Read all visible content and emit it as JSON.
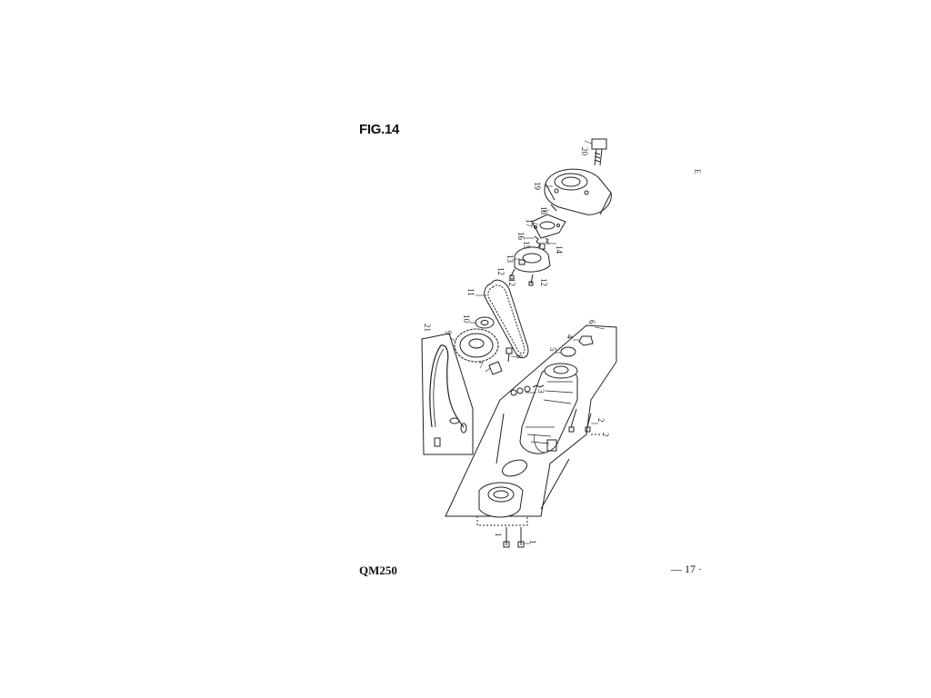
{
  "figure": {
    "title": "FIG.14"
  },
  "footer": {
    "model": "QM250",
    "page": "— 17 ·"
  },
  "margin": {
    "mark": "E"
  },
  "callouts": [
    "20",
    "19",
    "18",
    "17",
    "16",
    "15",
    "14",
    "13",
    "12",
    "12",
    "12",
    "11",
    "10",
    "9",
    "8",
    "7",
    "21",
    "6",
    "5",
    "4",
    "3",
    "2",
    "2",
    "1",
    "1"
  ]
}
